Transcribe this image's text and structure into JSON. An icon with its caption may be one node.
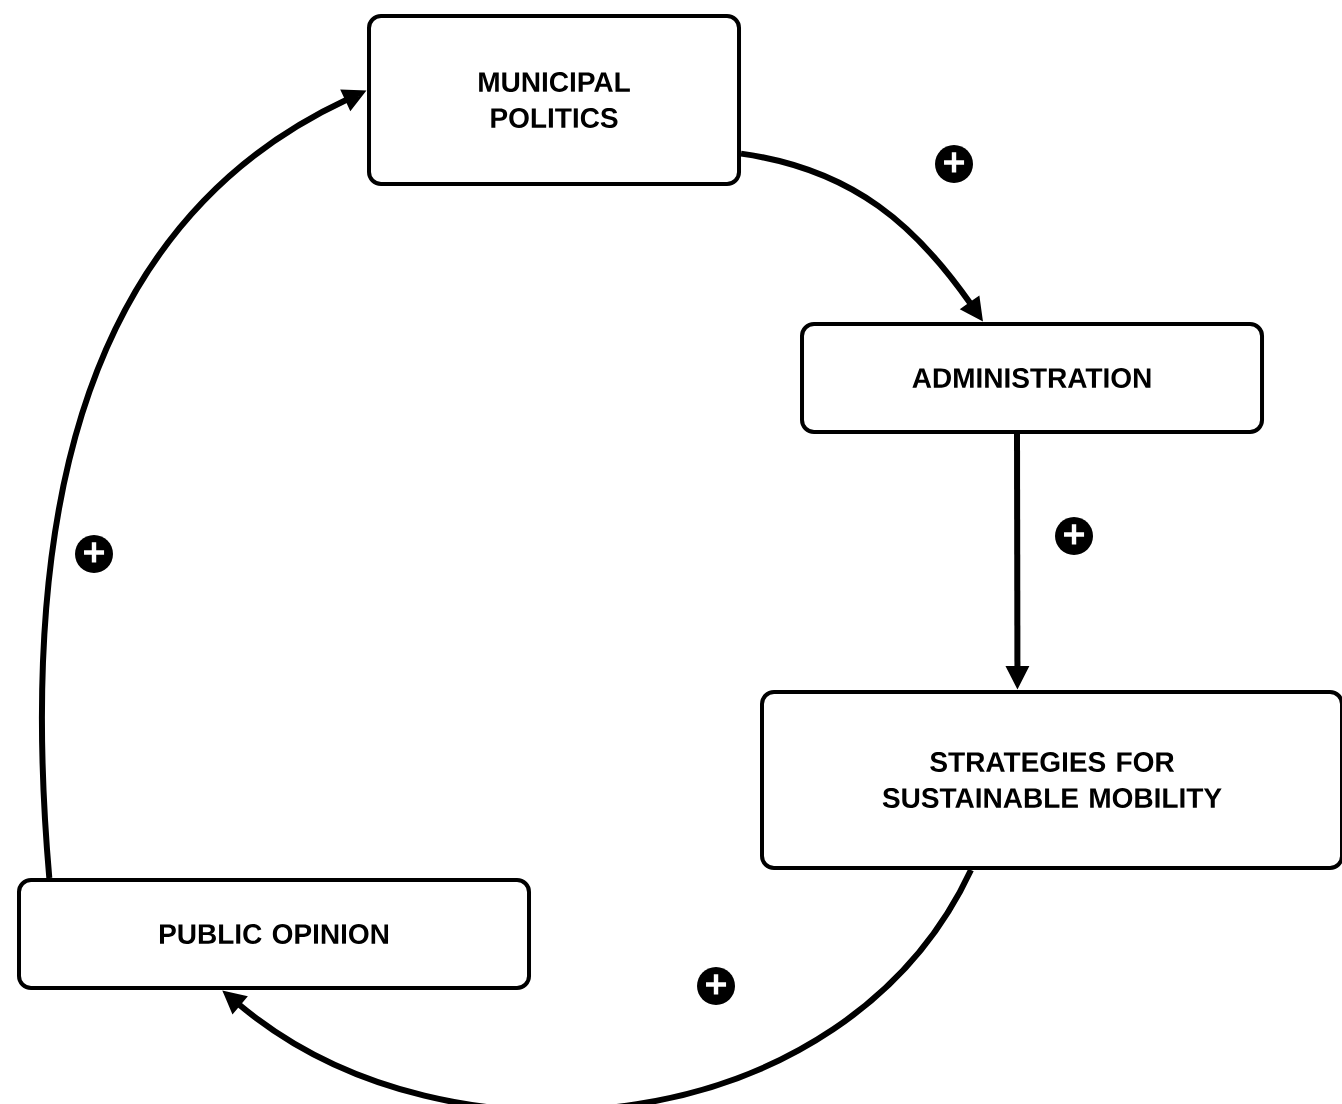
{
  "diagram": {
    "nodes": [
      {
        "text": [
          "MUNICIPAL POLITICS"
        ]
      },
      {
        "text": [
          "ADMINISTRATION"
        ]
      },
      {
        "text": [
          "STRATEGIES FOR SUSTAINABLE MOBILITY"
        ]
      },
      {
        "text": [
          "PUBLIC OPINION"
        ]
      }
    ],
    "edges": [
      {
        "from": 0,
        "to": 1,
        "arrow": "to",
        "label": "+"
      },
      {
        "from": 1,
        "to": 2,
        "arrow": "to",
        "label": "+"
      },
      {
        "from": 2,
        "to": 3,
        "arrow": "to",
        "label": "+"
      },
      {
        "from": 3,
        "to": 0,
        "arrow": "to",
        "label": "+"
      }
    ]
  }
}
